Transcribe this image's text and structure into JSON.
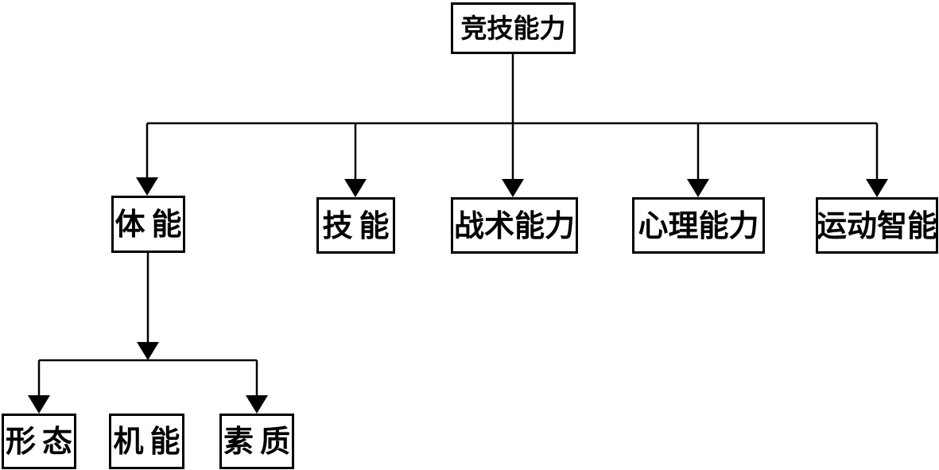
{
  "diagram": {
    "root": {
      "label": "竞技能力"
    },
    "level2": [
      {
        "id": "physical-fitness",
        "label": "体能"
      },
      {
        "id": "skill",
        "label": "技能"
      },
      {
        "id": "tactical-ability",
        "label": "战术能力"
      },
      {
        "id": "psychological-ability",
        "label": "心理能力"
      },
      {
        "id": "sports-intelligence",
        "label": "运动智能"
      }
    ],
    "level3": [
      {
        "id": "morphology",
        "label": "形态"
      },
      {
        "id": "function",
        "label": "机能"
      },
      {
        "id": "quality",
        "label": "素质"
      }
    ]
  },
  "colors": {
    "background": "#ffffff",
    "box_background": "#ffffff",
    "box_border": "#000000",
    "line": "#000000",
    "text": "#000000"
  }
}
